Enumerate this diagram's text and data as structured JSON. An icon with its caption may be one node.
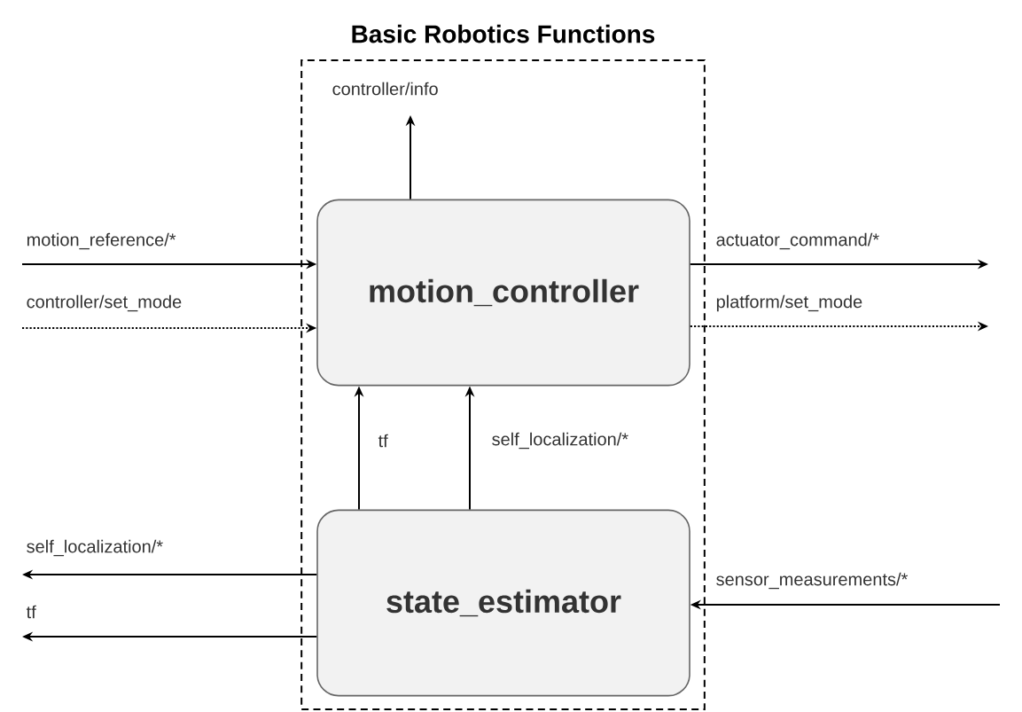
{
  "diagram": {
    "nodes": [
      {
        "text": [
          "Basic Robotics Functions"
        ]
      },
      {
        "text": [
          "motion_controller"
        ],
        "in": 0
      },
      {
        "text": [
          "state_estimator"
        ],
        "in": 0
      }
    ],
    "edges": [
      {
        "from": 1,
        "to": null,
        "arrow": "to",
        "label": "controller/info"
      },
      {
        "from": null,
        "to": 1,
        "arrow": "to",
        "label": "motion_reference/*"
      },
      {
        "from": null,
        "to": 1,
        "arrow": "to",
        "label": "controller/set_mode",
        "style": "dashed"
      },
      {
        "from": 1,
        "to": null,
        "arrow": "to",
        "label": "actuator_command/*"
      },
      {
        "from": 1,
        "to": null,
        "arrow": "to",
        "label": "platform/set_mode",
        "style": "dashed"
      },
      {
        "from": 2,
        "to": 1,
        "arrow": "to",
        "label": "tf"
      },
      {
        "from": 2,
        "to": 1,
        "arrow": "to",
        "label": "self_localization/*"
      },
      {
        "from": 2,
        "to": null,
        "arrow": "to",
        "label": "self_localization/*"
      },
      {
        "from": 2,
        "to": null,
        "arrow": "to",
        "label": "tf"
      },
      {
        "from": null,
        "to": 2,
        "arrow": "to",
        "label": "sensor_measurements/*"
      }
    ]
  }
}
